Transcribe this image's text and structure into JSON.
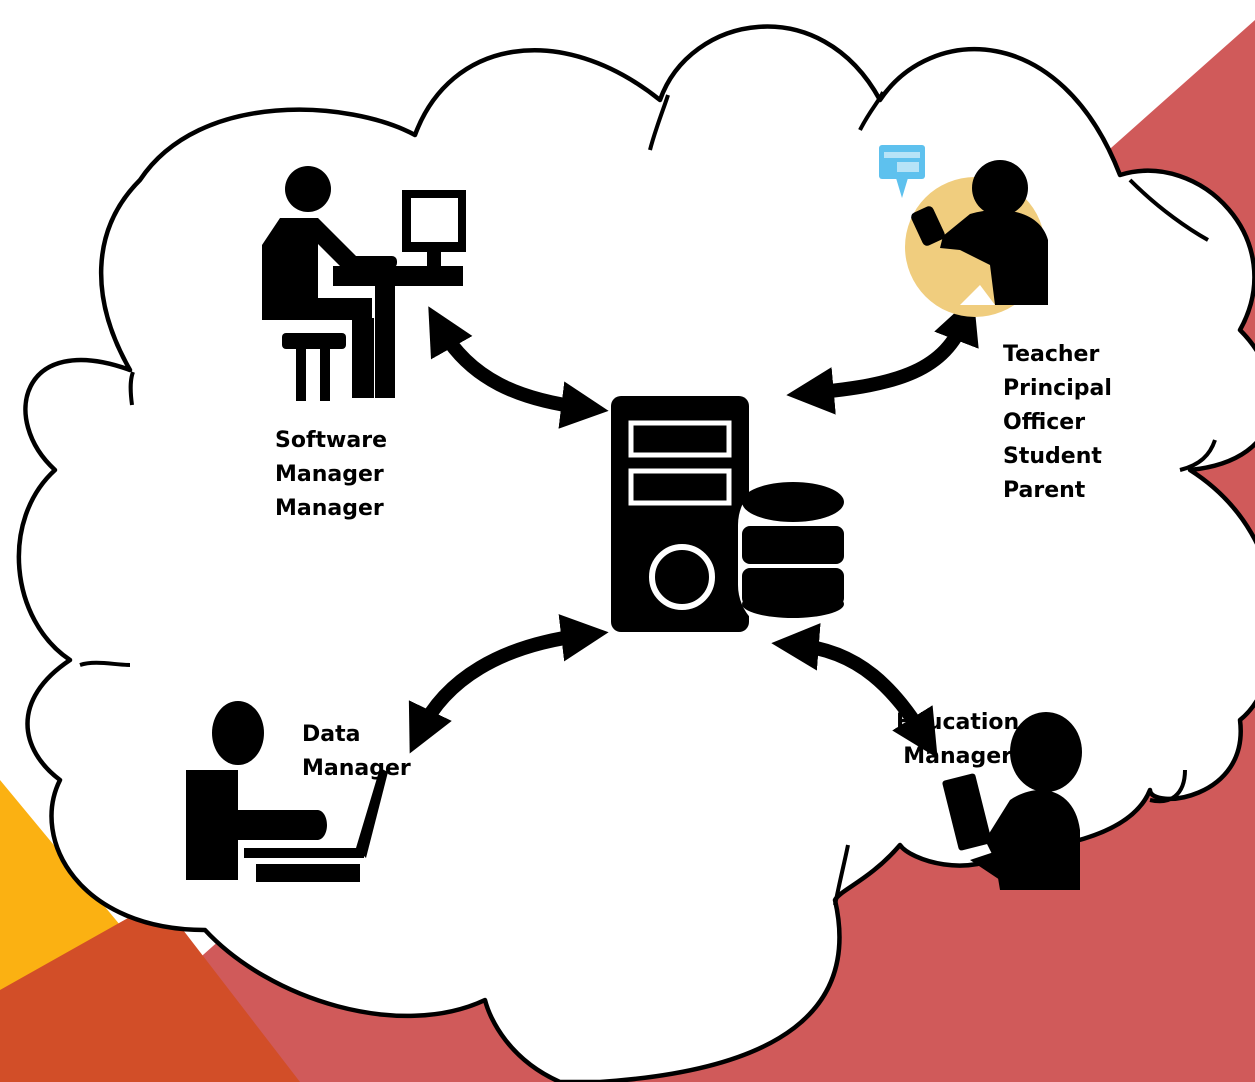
{
  "title": "",
  "actors": {
    "software_manager": {
      "icon": "person-at-desktop-icon",
      "lines": [
        "Software",
        "Manager",
        "Manager"
      ]
    },
    "end_users": {
      "icon": "person-with-tablet-icon",
      "lines": [
        "Teacher",
        "Principal",
        "Officer",
        "Student",
        "Parent"
      ]
    },
    "data_manager": {
      "icon": "person-at-laptop-icon",
      "lines": [
        "Data",
        "Manager"
      ]
    },
    "education_manager": {
      "icon": "person-reading-icon",
      "lines": [
        "Education",
        "Manager"
      ]
    }
  },
  "center": {
    "icon": "server-database-icon"
  },
  "connections": [
    {
      "from": "software_manager",
      "to": "server",
      "direction": "both"
    },
    {
      "from": "end_users",
      "to": "server",
      "direction": "both"
    },
    {
      "from": "data_manager",
      "to": "server",
      "direction": "both"
    },
    {
      "from": "education_manager",
      "to": "server",
      "direction": "both"
    }
  ],
  "colors": {
    "accent_red": "#d05a5a",
    "accent_orange": "#d24e28",
    "accent_yellow": "#fbb112",
    "title_red": "#e8201b",
    "icon_black": "#000000",
    "tan": "#f0cd7e",
    "chat_blue": "#5ec1ee"
  }
}
